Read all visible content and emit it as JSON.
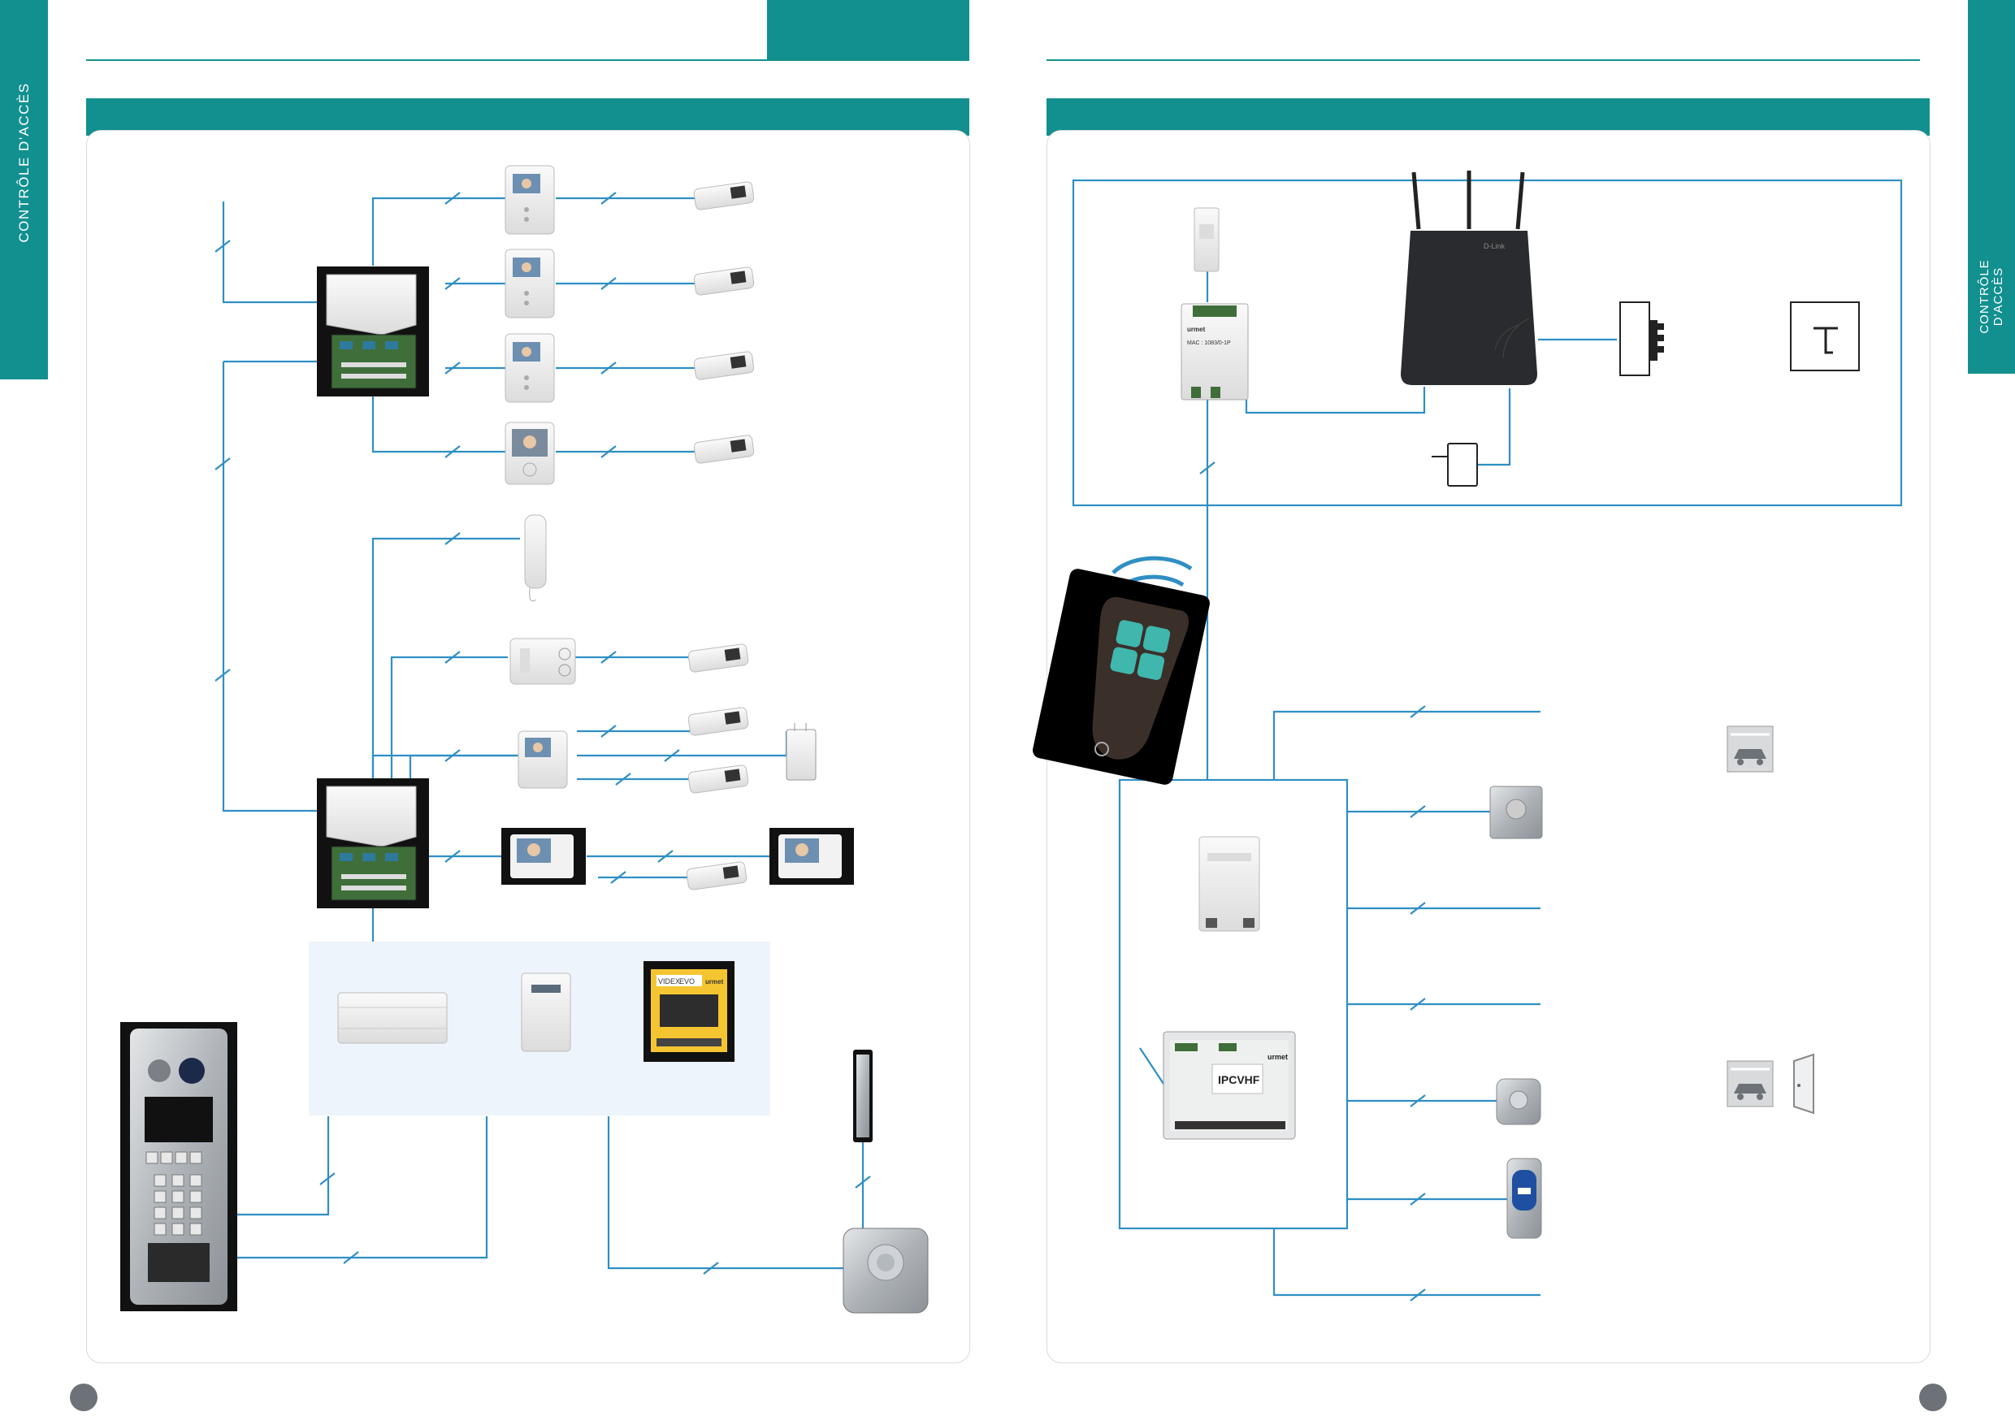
{
  "side_tab_left": {
    "label": "CONTRÔLE D'ACCÈS"
  },
  "side_tab_right": {
    "label_line1": "CONTRÔLE",
    "label_line2": "D'ACCÈS"
  },
  "devices": {
    "router_brand": "D-Link",
    "controller_brand": "urmet",
    "controller_model": "IPCVHF",
    "intercom_brand": "urmet",
    "ip_module_brand": "urmet",
    "ip_module_label": "MAC : 1083/0-1P",
    "module_brand": "VIDEX",
    "module_model": "EVO"
  },
  "colors": {
    "accent": "#12908f",
    "line": "#2f8fc4",
    "panel_bg": "#eef4fb"
  }
}
